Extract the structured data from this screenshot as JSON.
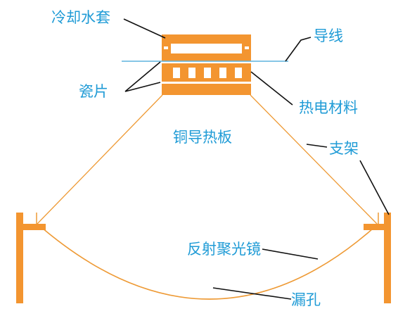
{
  "colors": {
    "orange": "#F39530",
    "orange_line": "#EE9A35",
    "label_blue": "#1F9BD6",
    "wire_blue": "#5FB3DD",
    "leader_black": "#111111",
    "background": "#FFFFFF"
  },
  "labels": {
    "cooling_jacket": "冷却水套",
    "wire": "导线",
    "ceramic_plate": "瓷片",
    "thermoelectric_material": "热电材料",
    "copper_plate": "铜导热板",
    "bracket": "支架",
    "reflector": "反射聚光镜",
    "hole": "漏孔"
  }
}
